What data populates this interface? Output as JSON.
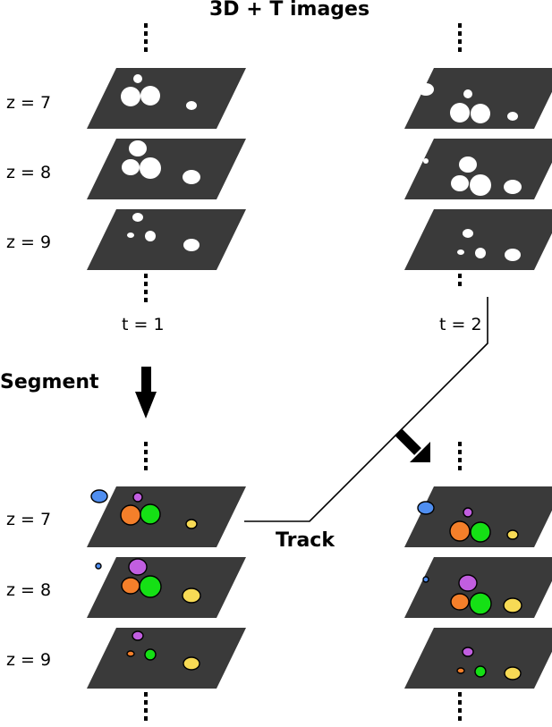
{
  "title": "3D + T images",
  "segment_label": "Segment",
  "track_label": "Track",
  "time_labels": [
    "t = 1",
    "t = 2"
  ],
  "z_labels": [
    "z = 7",
    "z = 8",
    "z = 9"
  ],
  "colors": {
    "background": "#ffffff",
    "slice": "#3a3a3a",
    "raw_blob": "#ffffff",
    "cell_blue": "#4f8ef0",
    "cell_purple": "#c15ee0",
    "cell_orange": "#f47f2a",
    "cell_green": "#15e015",
    "cell_yellow": "#f7da55",
    "arrow": "#000000"
  },
  "panels": [
    {
      "name": "raw-t1",
      "type": "raw",
      "time": "t = 1"
    },
    {
      "name": "raw-t2",
      "type": "raw",
      "time": "t = 2"
    },
    {
      "name": "seg-t1",
      "type": "segmented",
      "time": "t = 1"
    },
    {
      "name": "seg-t2",
      "type": "segmented",
      "time": "t = 2"
    }
  ]
}
